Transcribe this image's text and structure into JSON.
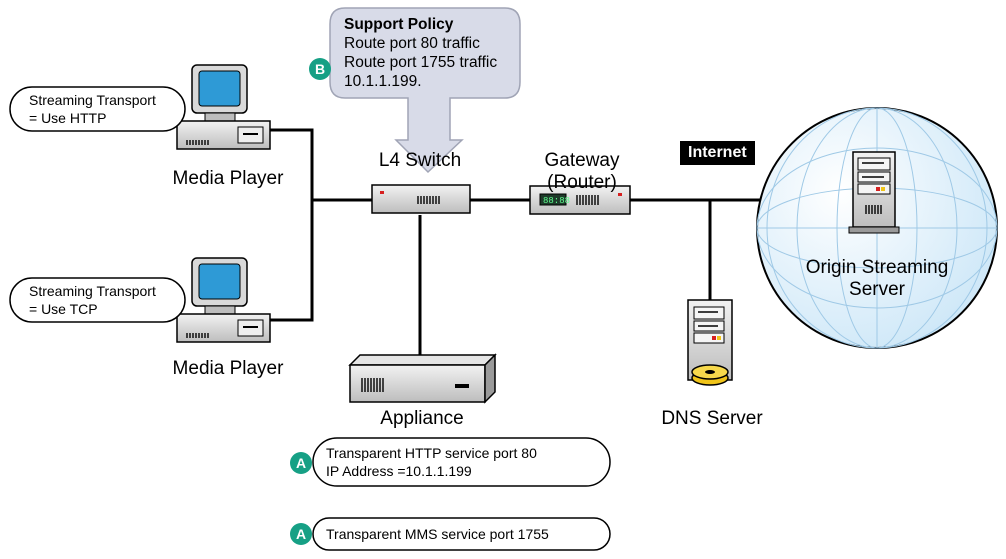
{
  "support_policy": {
    "title": "Support Policy",
    "lines": [
      "Route port 80 traffic",
      "Route port 1755 traffic",
      "10.1.1.199."
    ],
    "badge": "B"
  },
  "media_player_top": {
    "transport_line1": "Streaming Transport",
    "transport_line2": "= Use HTTP",
    "label": "Media Player"
  },
  "media_player_bottom": {
    "transport_line1": "Streaming Transport",
    "transport_line2": "= Use TCP",
    "label": "Media Player"
  },
  "l4_switch": {
    "label": "L4 Switch"
  },
  "gateway": {
    "label_line1": "Gateway",
    "label_line2": "(Router)"
  },
  "internet": {
    "label": "Internet"
  },
  "origin_server": {
    "label_line1": "Origin Streaming",
    "label_line2": "Server"
  },
  "appliance": {
    "label": "Appliance"
  },
  "dns_server": {
    "label": "DNS Server"
  },
  "http_service": {
    "badge": "A",
    "line1": "Transparent HTTP service port 80",
    "line2": "IP Address =10.1.1.199"
  },
  "mms_service": {
    "badge": "A",
    "line1": "Transparent MMS service port 1755"
  },
  "colors": {
    "badge": "#16a085",
    "monitor_screen": "#2e9ad6",
    "callout_fill": "#d8dbe8"
  }
}
